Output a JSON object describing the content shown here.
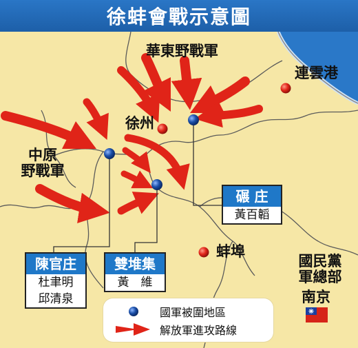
{
  "title": "徐蚌會戰示意圖",
  "labels": {
    "east_army": "華東野戰軍",
    "lianyungang": "連雲港",
    "xuzhou": "徐州",
    "central_army_line1": "中原",
    "central_army_line2": "野戰軍",
    "bengbu": "蚌埠",
    "kmt_hq_line1": "國民黨",
    "kmt_hq_line2": "軍總部",
    "nanjing": "南京"
  },
  "boxes": {
    "nianzhuang": {
      "title": "碾 庄",
      "commanders": [
        "黃百韜"
      ]
    },
    "chenguanzhuang": {
      "title": "陳官庄",
      "commanders": [
        "杜聿明",
        "邱清泉"
      ]
    },
    "shuangduiji": {
      "title": "雙堆集",
      "commanders": [
        "黃　維"
      ]
    }
  },
  "legend": {
    "encircled": "國軍被圍地區",
    "attack_routes": "解放軍進攻路線"
  },
  "colors": {
    "land": "#f6e7a6",
    "sea": "#2a78c8",
    "title_bar": "#1f6bb8",
    "arrow": "#e02418",
    "encircled_dot": "#1b4fa8",
    "city_dot": "#d8241c",
    "border": "#555555"
  },
  "icons": [
    "encircled-dot-icon",
    "city-dot-icon",
    "attack-arrow-icon",
    "roc-flag-icon"
  ]
}
